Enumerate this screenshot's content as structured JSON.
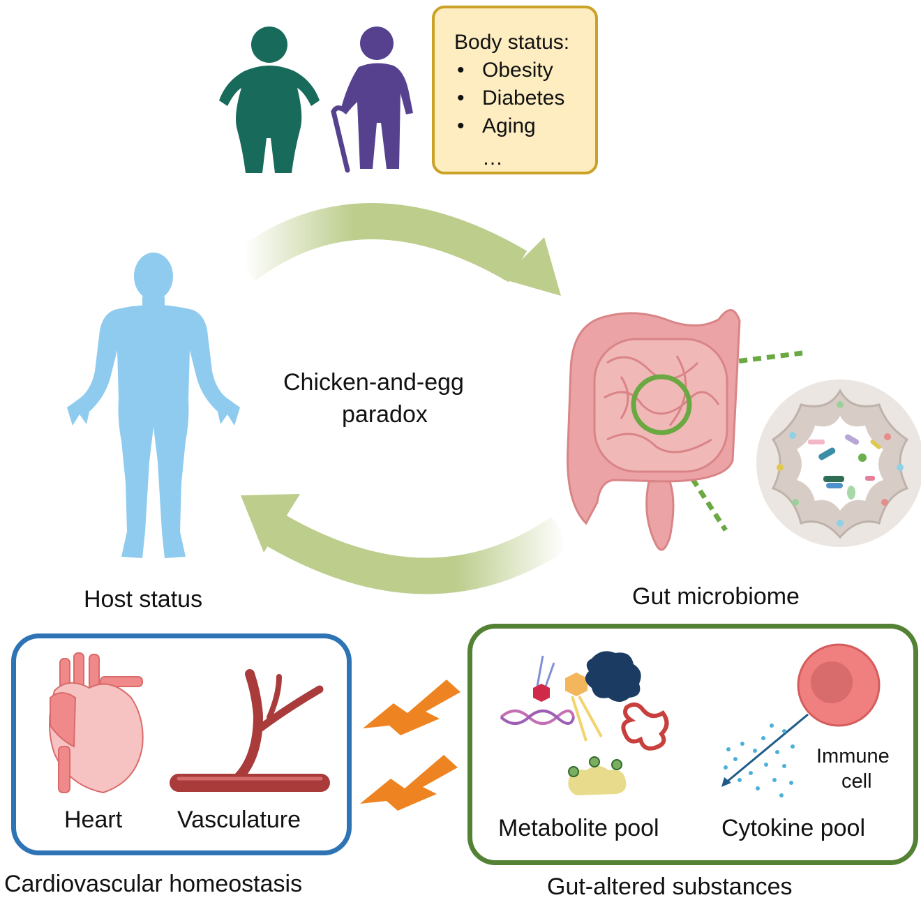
{
  "body_status": {
    "title": "Body status:",
    "items": [
      "Obesity",
      "Diabetes",
      "Aging"
    ],
    "more": "…"
  },
  "center": {
    "line1": "Chicken-and-egg",
    "line2": "paradox"
  },
  "host_status_label": "Host status",
  "gut_microbiome_label": "Gut microbiome",
  "cardiovascular": {
    "heart_label": "Heart",
    "vasculature_label": "Vasculature",
    "caption": "Cardiovascular homeostasis"
  },
  "gut_altered": {
    "metabolite_label": "Metabolite pool",
    "cytokine_label": "Cytokine pool",
    "immune_line1": "Immune",
    "immune_line2": "cell",
    "caption": "Gut-altered substances"
  },
  "colors": {
    "obese_figure": "#186a5b",
    "elderly_figure": "#56418f",
    "human_body": "#8ecbef",
    "arrow_green": "#bccd8c",
    "intestine": "#eba3a5",
    "zoom_green": "#6aa842",
    "lightning": "#ee8421",
    "cv_border": "#2e74b5",
    "gut_border": "#548235",
    "status_border": "#c9a227",
    "status_fill": "#fdedc1"
  }
}
